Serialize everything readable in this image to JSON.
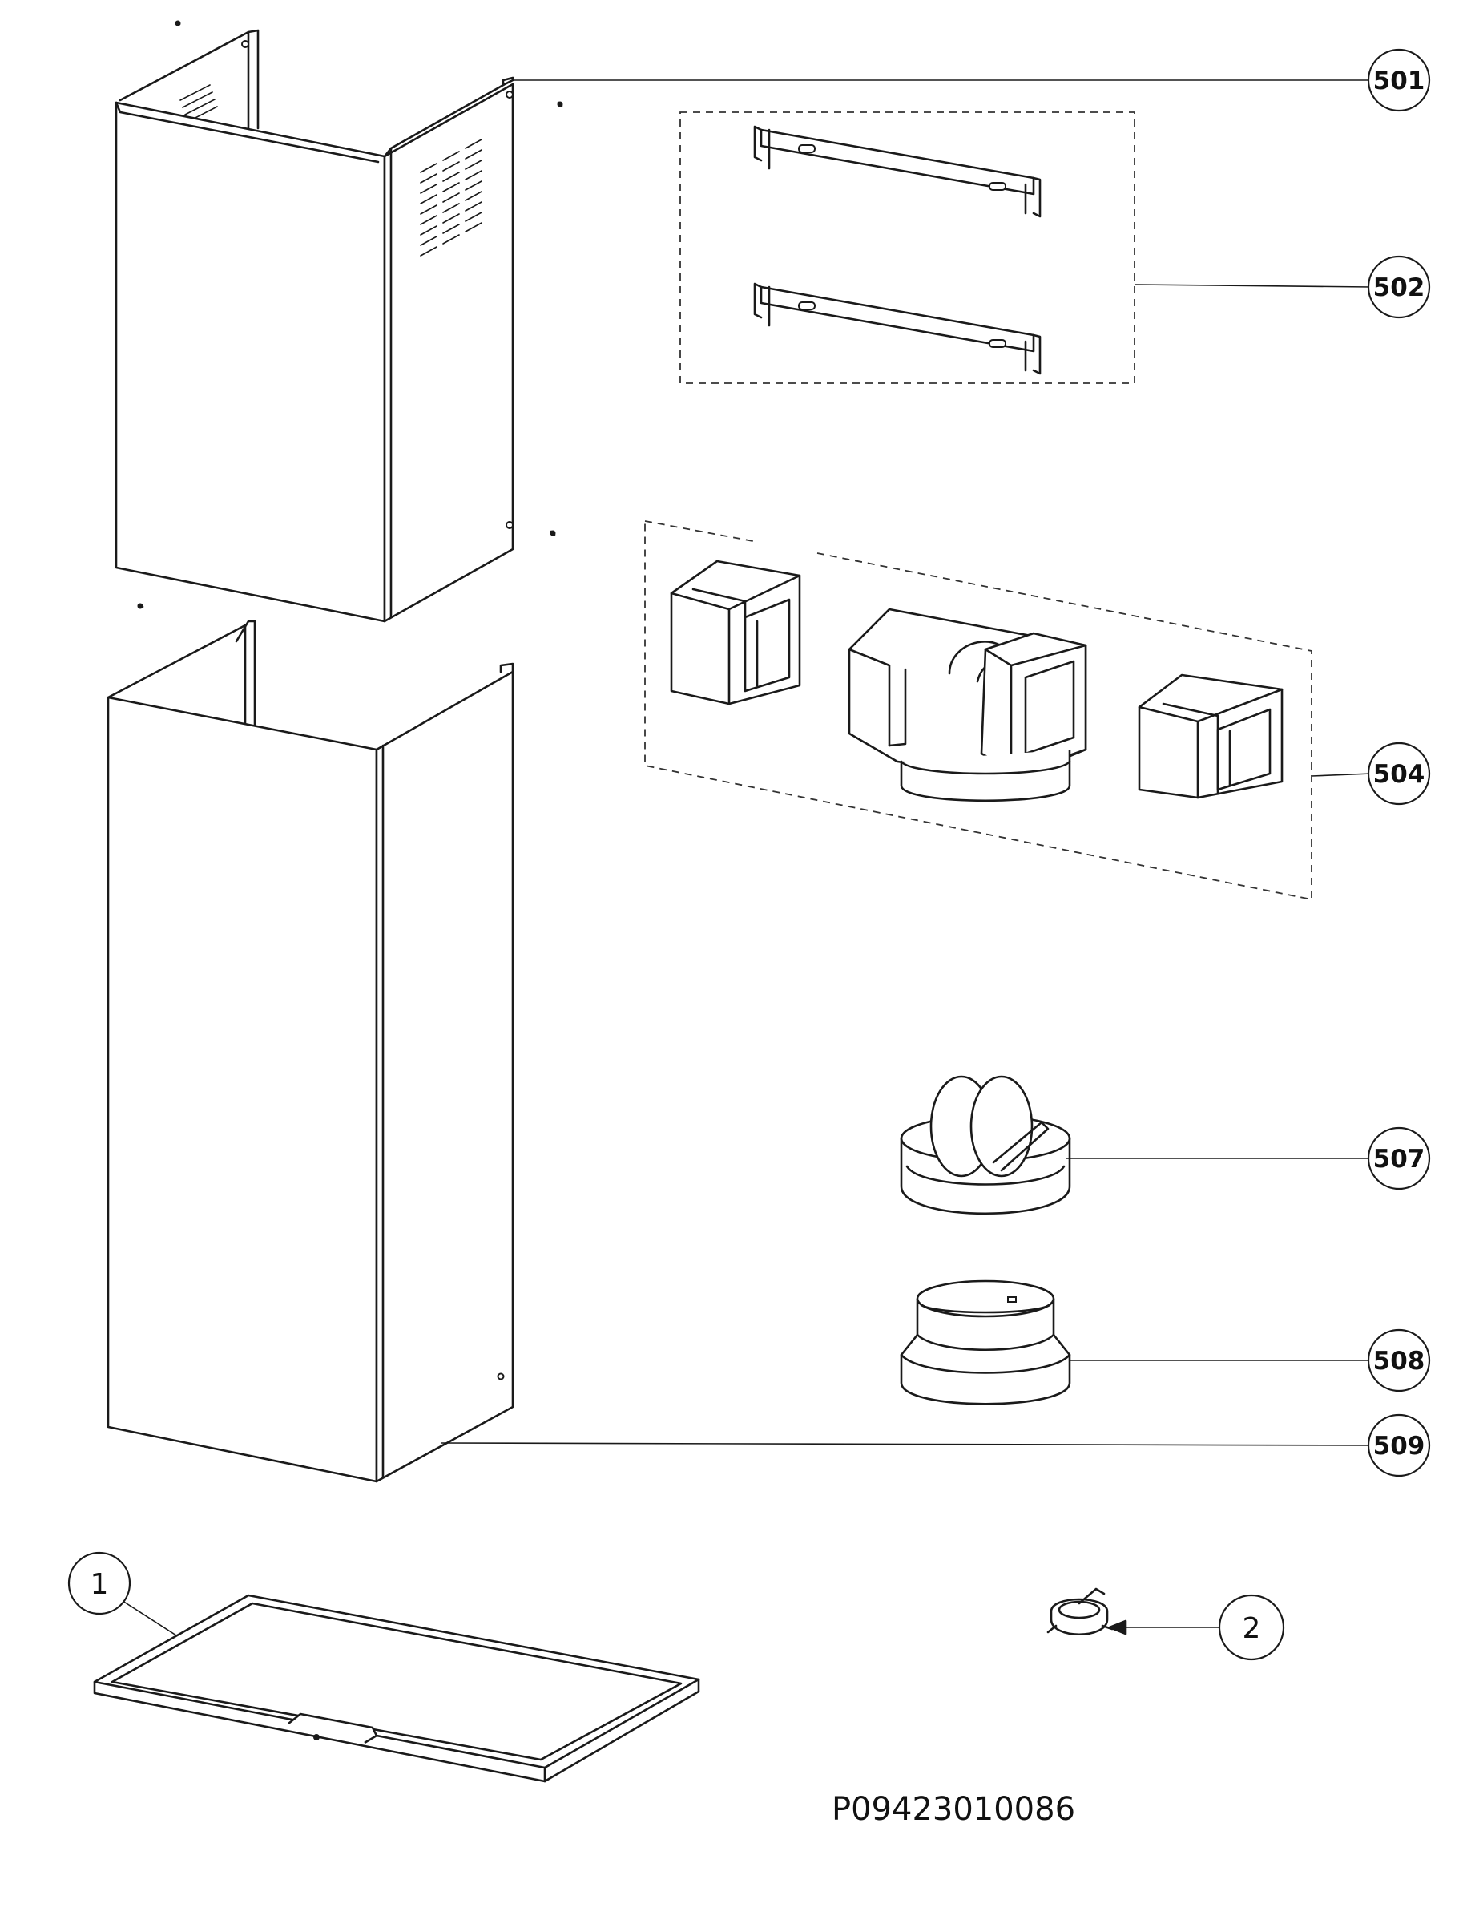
{
  "diagram": {
    "document_code": "P09423010086",
    "callouts": [
      {
        "id": "501",
        "label": "501"
      },
      {
        "id": "502",
        "label": "502"
      },
      {
        "id": "504",
        "label": "504"
      },
      {
        "id": "507",
        "label": "507"
      },
      {
        "id": "508",
        "label": "508"
      },
      {
        "id": "509",
        "label": "509"
      },
      {
        "id": "1",
        "label": "1"
      },
      {
        "id": "2",
        "label": "2"
      }
    ]
  }
}
